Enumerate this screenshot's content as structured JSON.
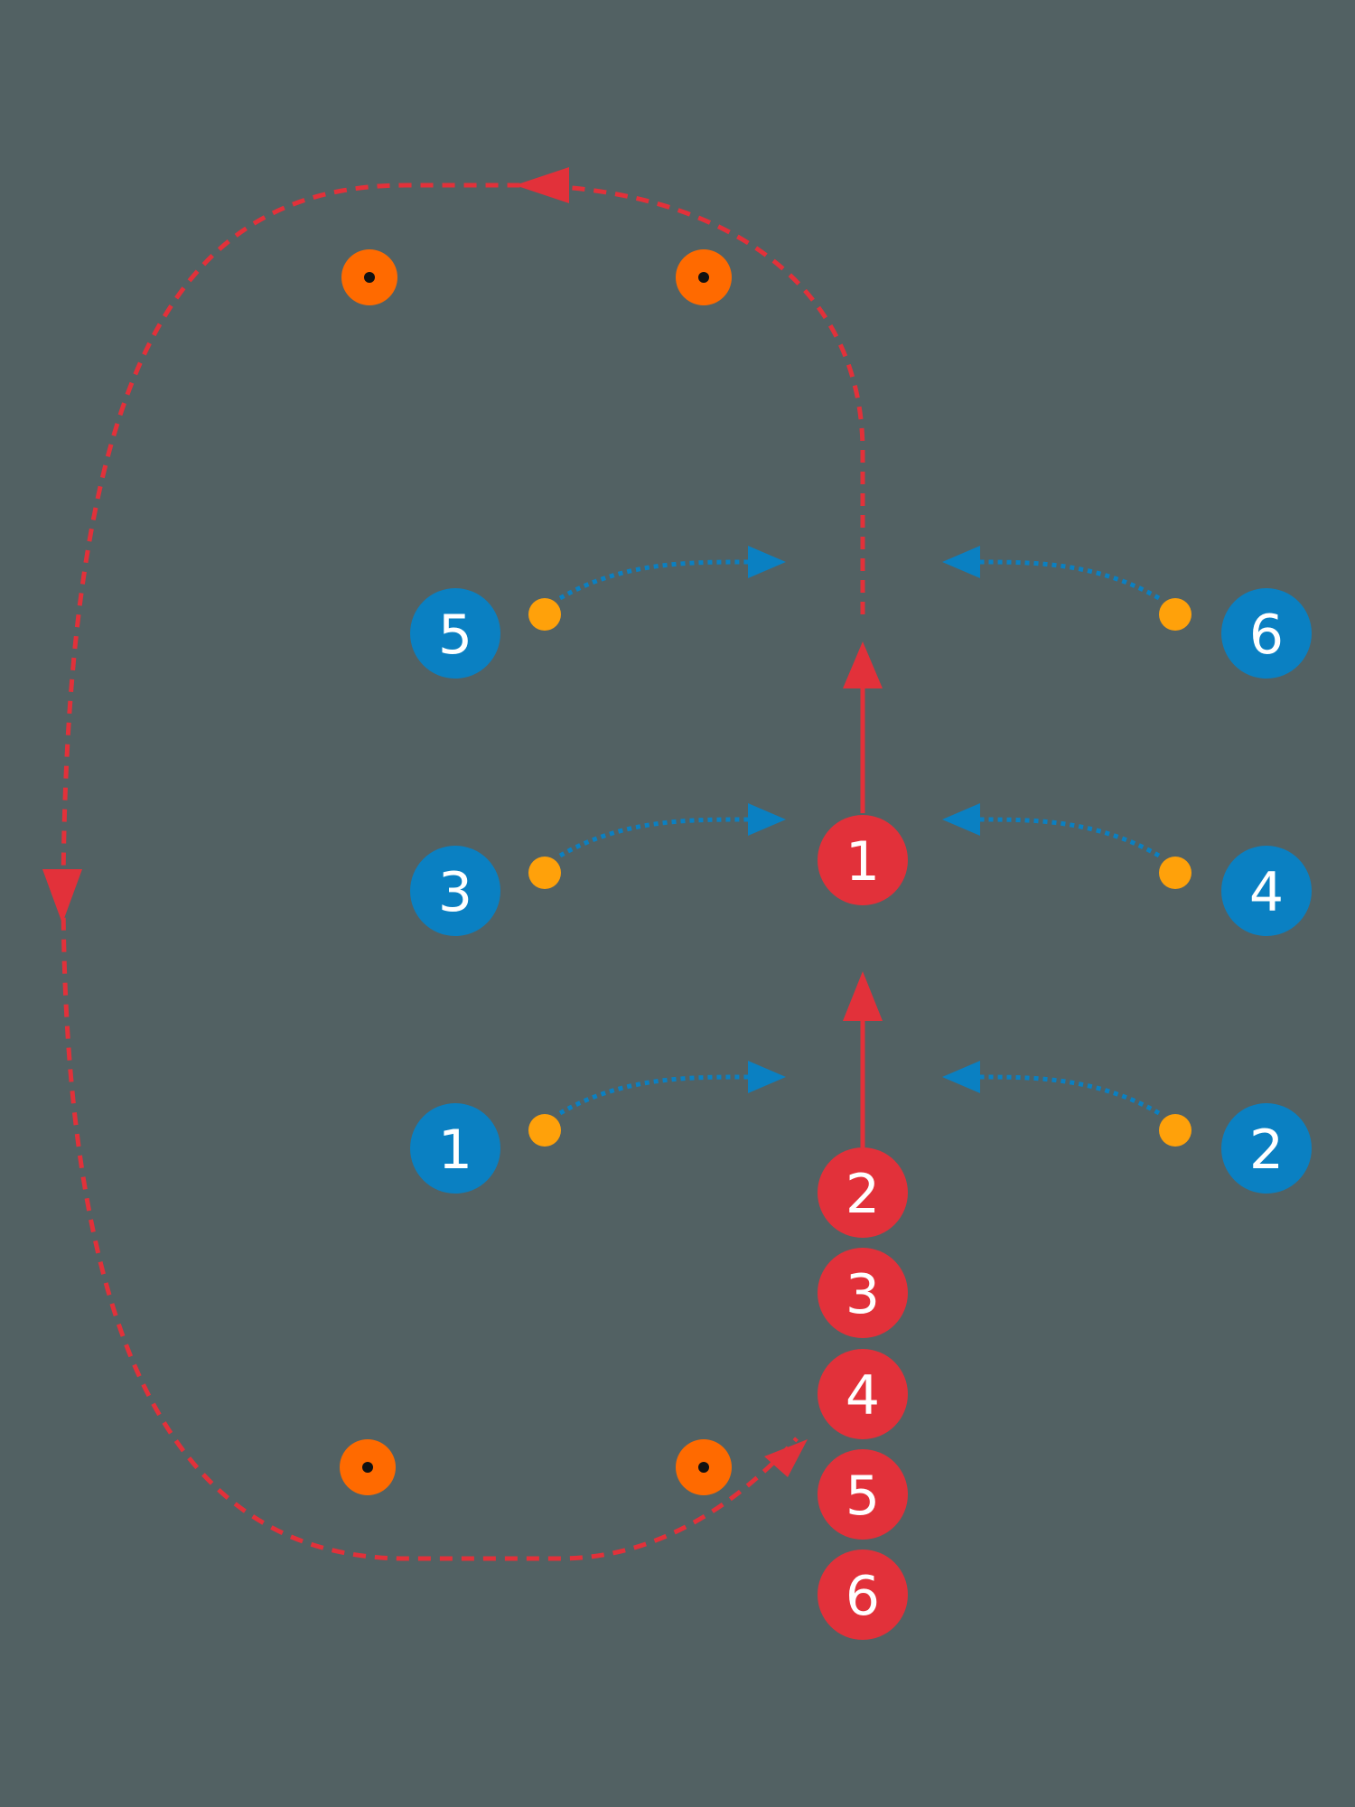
{
  "colors": {
    "background": "#526163",
    "red_team": "#e2313a",
    "blue_team": "#0a80c2",
    "cone": "#ff6a00",
    "ball": "#ffa10a",
    "cone_center": "#111111",
    "red_path": "#e2313a",
    "blue_path": "#0a80c2"
  },
  "diagram": {
    "red_players": [
      {
        "label": "1"
      },
      {
        "label": "2"
      },
      {
        "label": "3"
      },
      {
        "label": "4"
      },
      {
        "label": "5"
      },
      {
        "label": "6"
      }
    ],
    "blue_players": [
      {
        "label": "1"
      },
      {
        "label": "2"
      },
      {
        "label": "3"
      },
      {
        "label": "4"
      },
      {
        "label": "5"
      },
      {
        "label": "6"
      }
    ]
  }
}
